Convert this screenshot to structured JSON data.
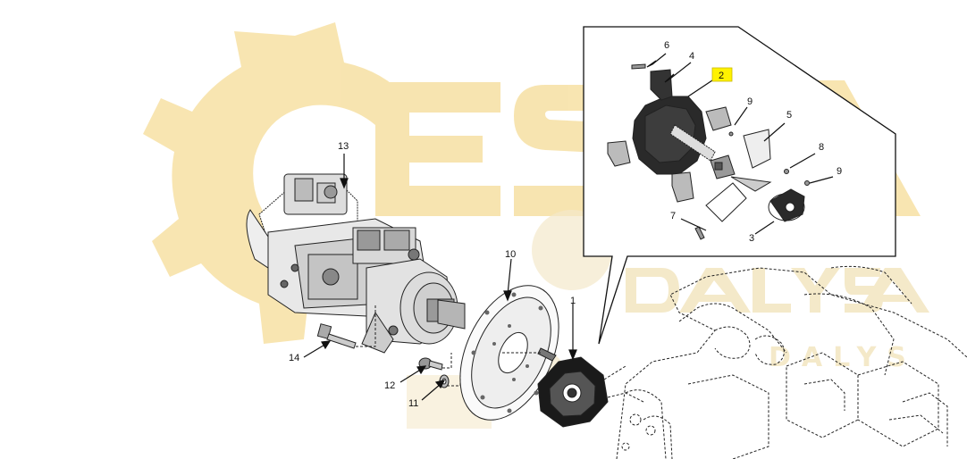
{
  "watermark": {
    "brand_lines": [
      "ESKA",
      "DALYSA"
    ],
    "subline": "DALYS",
    "color": "#f7e2a8",
    "color_light": "#f3e7c4"
  },
  "callouts": {
    "c1": "1",
    "c2": "2",
    "c3": "3",
    "c4": "4",
    "c5": "5",
    "c6": "6",
    "c7": "7",
    "c8": "8",
    "c9a": "9",
    "c9b": "9",
    "c10": "10",
    "c11": "11",
    "c12": "12",
    "c13": "13",
    "c14": "14"
  },
  "highlight_color": "#fff200"
}
